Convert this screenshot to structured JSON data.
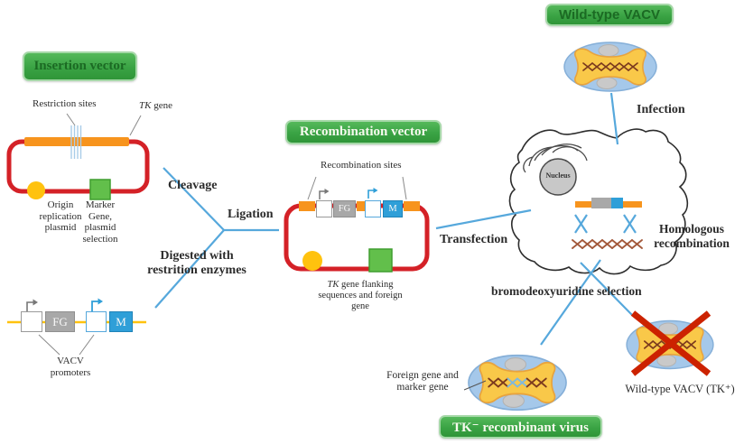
{
  "title_boxes": {
    "insertion_vector": "Insertion vector",
    "recombination_vector": "Recombination vector",
    "wild_type_vacv": "Wild-type VACV",
    "tk_recombinant_virus": "TK⁻ recombinant virus"
  },
  "insertion": {
    "restriction_sites": "Restriction sites",
    "tk_gene_italic": "TK",
    "tk_gene_rest": " gene",
    "origin_lines": [
      "Origin",
      "replication",
      "plasmid"
    ],
    "marker_lines": [
      "Marker",
      "Gene,",
      "plasmid",
      "selection"
    ]
  },
  "steps": {
    "cleavage": "Cleavage",
    "ligation": "Ligation",
    "digested_lines": [
      "Digested with",
      "restrition enzymes"
    ],
    "transfection": "Transfection",
    "infection": "Infection",
    "homologous_lines": [
      "Homologous",
      "recombination"
    ],
    "brdu_selection": "bromodeoxyuridine selection"
  },
  "linear_construct": {
    "fg_label": "FG",
    "m_label": "M",
    "promoters_lines": [
      "VACV",
      "promoters"
    ]
  },
  "recombination": {
    "sites": "Recombination sites",
    "fg_label": "FG",
    "m_label": "M",
    "flanking_italic": "TK",
    "flanking_l1_rest": " gene flanking",
    "flanking_l2": "sequences and foreign",
    "flanking_l3": "gene"
  },
  "cell": {
    "nucleus": "Nucleus"
  },
  "virus_labels": {
    "foreign_lines": [
      "Foreign gene and",
      "marker gene"
    ],
    "wild_type_tk_plus": "Wild-type VACV (TK⁺)"
  },
  "colors": {
    "green_box": "#3aa344",
    "plasmid_red": "#d42127",
    "orange_gene": "#f7941d",
    "origin_yellow": "#ffc20e",
    "marker_green": "#62bf4b",
    "fg_gray": "#a8a8a8",
    "m_blue": "#2f9fd8",
    "process_line_blue": "#56a8dc",
    "virus_envelope_blue": "#a5c8ea",
    "virus_core_yellow": "#f9c849",
    "dna_brown": "#a3593b",
    "red_cross": "#cc2200"
  }
}
